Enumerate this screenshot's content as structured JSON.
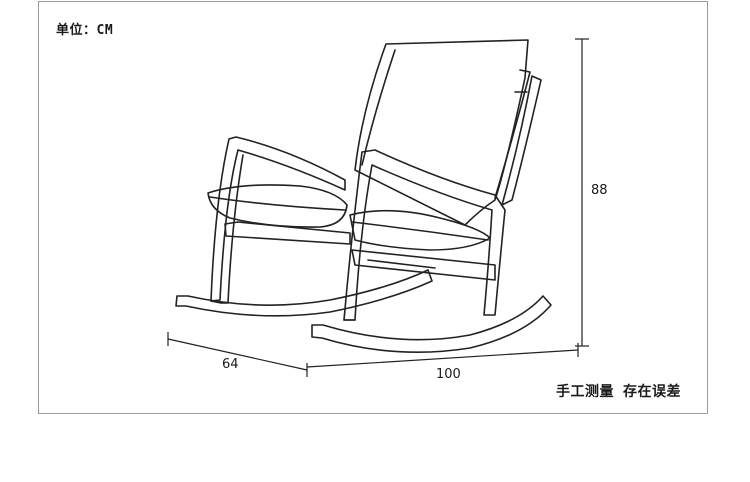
{
  "unit_label": "单位：CM",
  "dimensions": {
    "height": "88",
    "depth": "64",
    "length": "100"
  },
  "note": {
    "part1": "手工测量",
    "part2": "存在误差"
  },
  "colors": {
    "line": "#222222",
    "frame_border": "#9a9a9a",
    "background": "#ffffff"
  }
}
